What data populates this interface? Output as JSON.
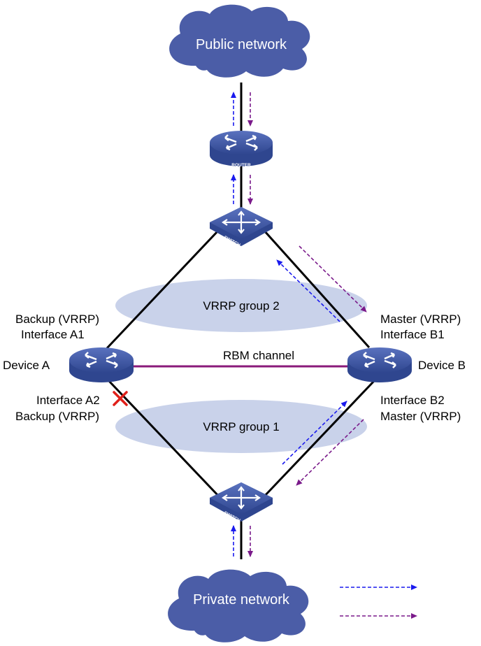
{
  "clouds": {
    "public": "Public network",
    "private": "Private network"
  },
  "devices": {
    "router_tag": "ROUTER",
    "top_switch_tag": "SWITCH",
    "bottom_switch_tag": "SWITCH",
    "device_a": "Device A",
    "device_b": "Device B"
  },
  "groups": {
    "group2": "VRRP group 2",
    "group1": "VRRP group 1"
  },
  "rbm_channel": "RBM channel",
  "device_a_labels": {
    "top_role": "Backup (VRRP)",
    "top_interface": "Interface A1",
    "bottom_interface": "Interface A2",
    "bottom_role": "Backup (VRRP)"
  },
  "device_b_labels": {
    "top_role": "Master (VRRP)",
    "top_interface": "Interface B1",
    "bottom_interface": "Interface B2",
    "bottom_role": "Master (VRRP)"
  },
  "colors": {
    "cloud": "#4b5da7",
    "device": "#3d56a6",
    "ellipse": "#c9d2ea",
    "link": "#000000",
    "rbm": "#8a1a7a",
    "blue_flow": "#1a1aee",
    "purple_flow": "#7a1a8a",
    "failure": "#e0201a"
  },
  "legend": {
    "blue": "",
    "purple": ""
  }
}
